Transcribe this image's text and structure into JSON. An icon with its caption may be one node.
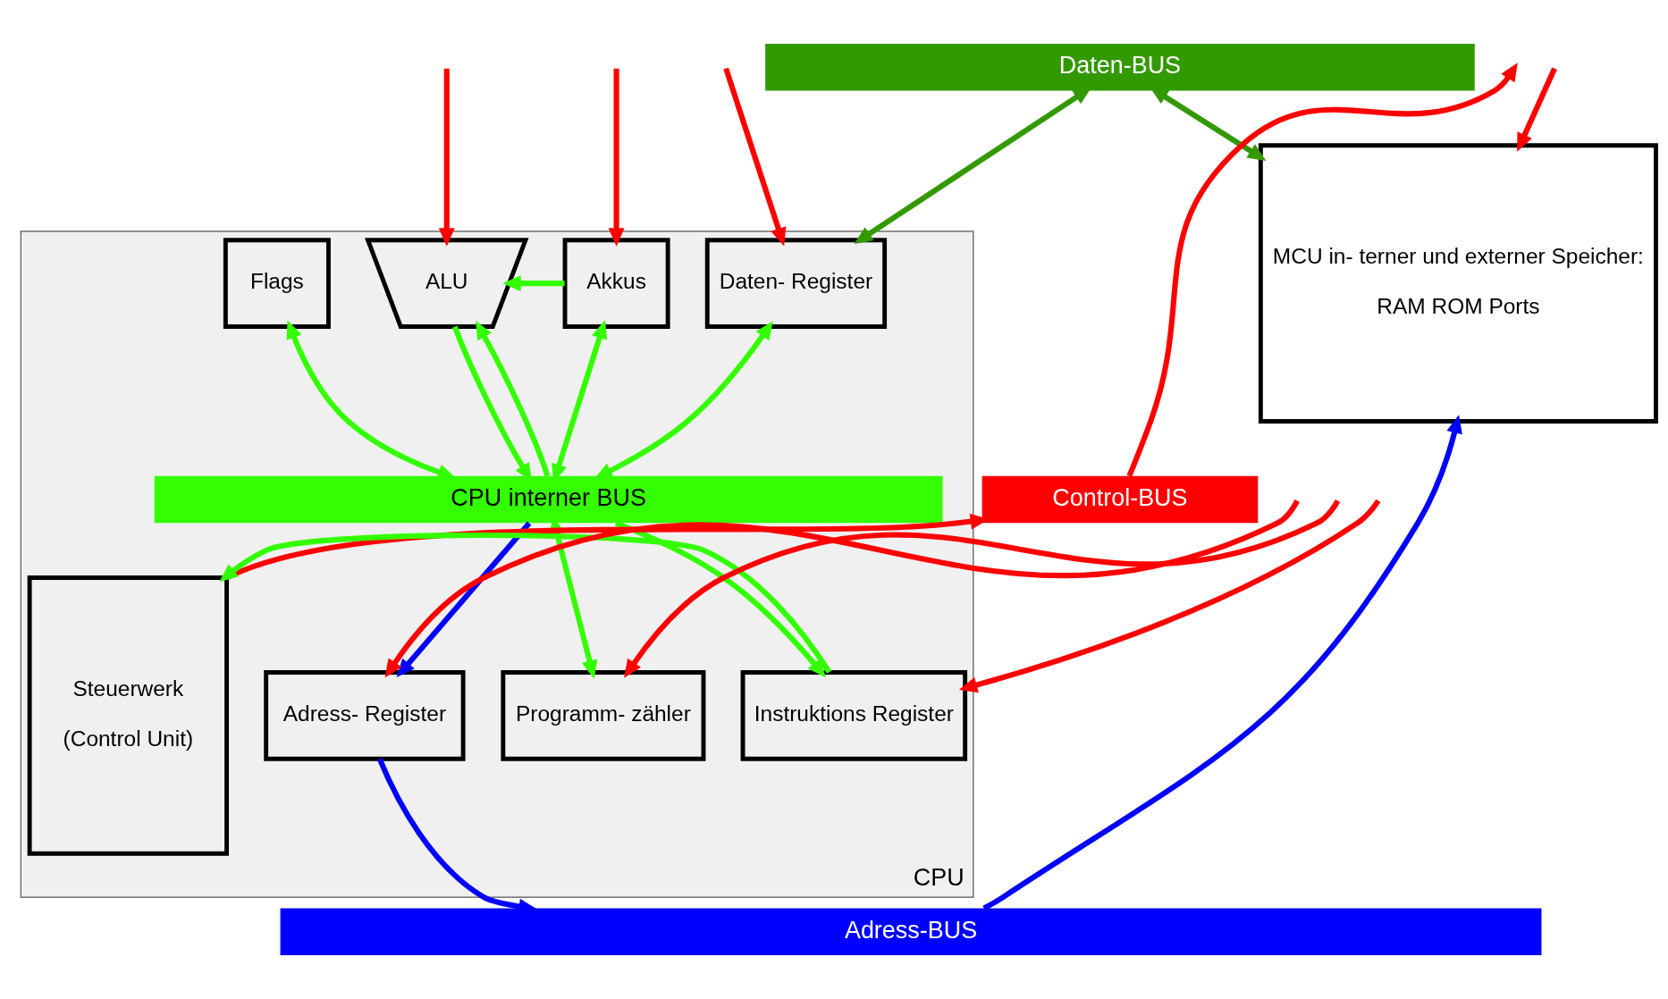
{
  "diagram": {
    "nodes": [
      {
        "text": [
          "CPU"
        ]
      },
      {
        "text": [
          "Daten-BUS"
        ]
      },
      {
        "text": [
          "MCU in- terner und externer Speicher:",
          "RAM ROM Ports"
        ]
      },
      {
        "text": [
          "Daten- Register"
        ],
        "in": 0
      },
      {
        "text": [
          "Flags"
        ],
        "in": 0
      },
      {
        "text": [
          "Akkus"
        ],
        "in": 0
      },
      {
        "text": [
          "ALU"
        ],
        "in": 0
      },
      {
        "text": [
          "Control-BUS"
        ]
      },
      {
        "text": [
          "CPU interner BUS"
        ],
        "in": 0
      },
      {
        "text": [
          "Steuerwerk",
          "(Control Unit)"
        ],
        "in": 0
      },
      {
        "text": [
          "Adress- Register"
        ],
        "in": 0
      },
      {
        "text": [
          "Programm- zähler"
        ],
        "in": 0
      },
      {
        "text": [
          "Instruktions Register"
        ],
        "in": 0
      },
      {
        "text": [
          "Adress-BUS"
        ]
      }
    ],
    "edges": [
      {
        "from": 1,
        "to": 2,
        "arrow": "both",
        "color": "#339900"
      },
      {
        "from": 1,
        "to": 3,
        "arrow": "both",
        "color": "#339900"
      },
      {
        "from": null,
        "to": 2,
        "arrow": "to",
        "color": "#ff0000"
      },
      {
        "from": null,
        "to": 3,
        "arrow": "to",
        "color": "#ff0000"
      },
      {
        "from": null,
        "to": 5,
        "arrow": "to",
        "color": "#ff0000"
      },
      {
        "from": 5,
        "to": 6,
        "arrow": "to",
        "color": "#33ff00"
      },
      {
        "from": 8,
        "to": 6,
        "arrow": "to",
        "color": "#33ff00"
      },
      {
        "from": null,
        "to": 6,
        "arrow": "to",
        "color": "#ff0000"
      },
      {
        "from": 7,
        "to": null,
        "arrow": "to",
        "color": "#ff0000"
      },
      {
        "from": 9,
        "to": 7,
        "arrow": "to",
        "color": "#ff0000"
      },
      {
        "from": 3,
        "to": 8,
        "arrow": "both",
        "color": "#33ff00"
      },
      {
        "from": 4,
        "to": 8,
        "arrow": "both",
        "color": "#33ff00"
      },
      {
        "from": 5,
        "to": 8,
        "arrow": "both",
        "color": "#33ff00"
      },
      {
        "from": 6,
        "to": 8,
        "arrow": "to",
        "color": "#33ff00"
      },
      {
        "from": 8,
        "to": 10,
        "arrow": "to",
        "color": "#0000ff"
      },
      {
        "from": 8,
        "to": 11,
        "arrow": "both",
        "color": "#33ff00"
      },
      {
        "from": 8,
        "to": 12,
        "arrow": "to",
        "color": "#33ff00"
      },
      {
        "from": null,
        "to": 10,
        "arrow": "to",
        "color": "#ff0000"
      },
      {
        "from": null,
        "to": 11,
        "arrow": "to",
        "color": "#ff0000"
      },
      {
        "from": null,
        "to": 12,
        "arrow": "to",
        "color": "#ff0000"
      },
      {
        "from": 12,
        "to": 9,
        "arrow": "to",
        "color": "#33ff00"
      },
      {
        "from": 10,
        "to": 13,
        "arrow": "to",
        "color": "#0000ff"
      },
      {
        "from": 13,
        "to": 2,
        "arrow": "to",
        "color": "#0000ff"
      }
    ]
  }
}
